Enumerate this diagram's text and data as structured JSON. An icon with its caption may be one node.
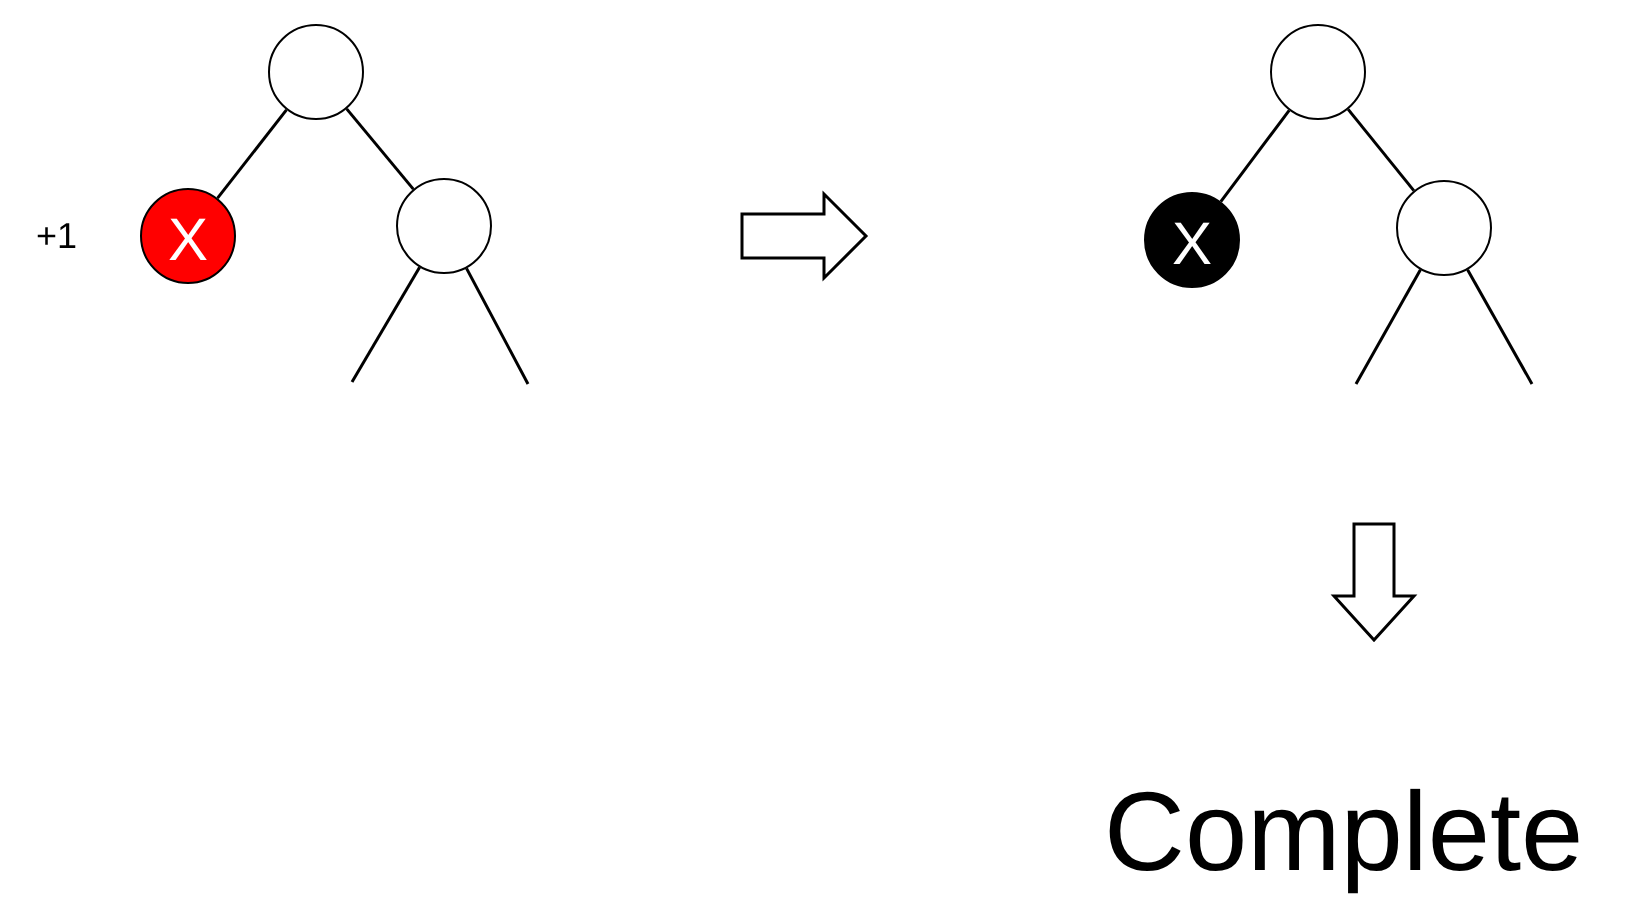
{
  "diagram": {
    "nodes": [
      {
        "text": [],
        "shape": "circle"
      },
      {
        "text": [
          "X"
        ],
        "beside": [
          "+1"
        ]
      },
      {
        "text": [],
        "shape": "circle"
      },
      {
        "text": [],
        "shape": "circle"
      },
      {
        "text": [
          "X"
        ]
      },
      {
        "text": [],
        "shape": "circle"
      },
      {
        "text": [
          "Complete"
        ]
      }
    ],
    "edges": [
      {
        "from": 0,
        "to": 1,
        "arrow": "none"
      },
      {
        "from": 0,
        "to": 2,
        "arrow": "none"
      },
      {
        "from": 2,
        "to": null,
        "arrow": "none"
      },
      {
        "from": 2,
        "to": null,
        "arrow": "none"
      },
      {
        "from": 3,
        "to": 4,
        "arrow": "none"
      },
      {
        "from": 3,
        "to": 5,
        "arrow": "none"
      },
      {
        "from": 5,
        "to": null,
        "arrow": "none"
      },
      {
        "from": 5,
        "to": null,
        "arrow": "none"
      }
    ]
  }
}
